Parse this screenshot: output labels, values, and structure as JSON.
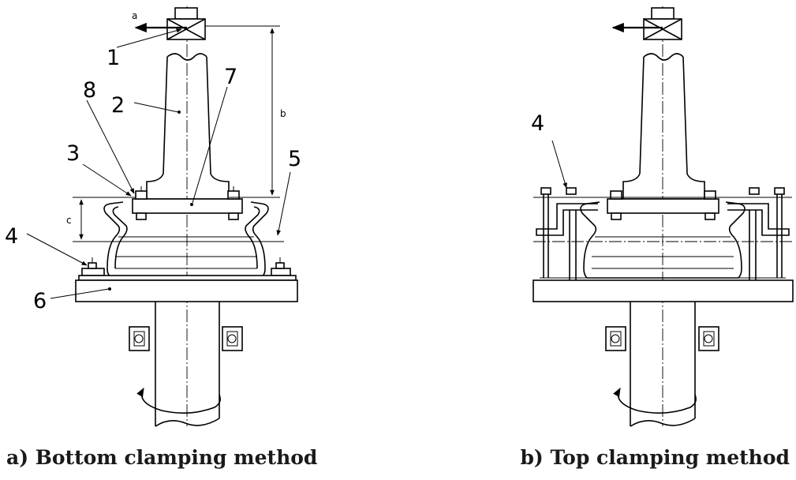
{
  "figure_a": {
    "caption": "a) Bottom clamping method",
    "labels": {
      "l1": "1",
      "l2": "2",
      "l3": "3",
      "l4": "4",
      "l5": "5",
      "l6": "6",
      "l7": "7",
      "l8": "8"
    },
    "dims": {
      "a": "a",
      "b": "b",
      "c": "c"
    }
  },
  "figure_b": {
    "caption": "b) Top clamping method",
    "labels": {
      "l4": "4"
    }
  }
}
